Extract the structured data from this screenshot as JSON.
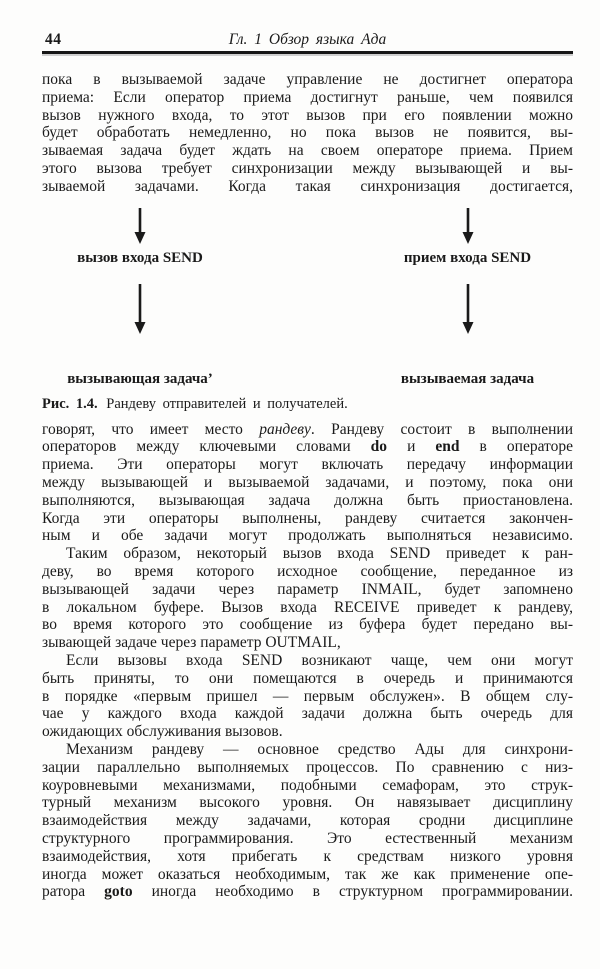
{
  "page": {
    "number": "44",
    "running_title": "Гл. 1 Обзор языка Ада"
  },
  "figure": {
    "left_top_label": "вызов входа SEND",
    "right_top_label": "прием входа SEND",
    "left_bottom_label": "вызывающая задача’",
    "right_bottom_label": "вызываемая задача",
    "caption_label": "Рис. 1.4.",
    "caption_text": "Рандеву отправителей и получателей.",
    "arrow_color": "#1a1a1a"
  },
  "content": {
    "text_before_figure": [
      {
        "indent": false,
        "lines": [
          {
            "j": true,
            "seg": [
              {
                "t": "пока в вызываемой задаче управление не достигнет оператора"
              }
            ]
          },
          {
            "j": true,
            "seg": [
              {
                "t": "приема: Если оператор приема достигнут раньше, чем появился"
              }
            ]
          },
          {
            "j": true,
            "seg": [
              {
                "t": "вызов нужного входа, то этот вызов при его появлении можно"
              }
            ]
          },
          {
            "j": true,
            "seg": [
              {
                "t": "будет обработать немедленно, но пока вызов не появится, вы-"
              }
            ]
          },
          {
            "j": true,
            "seg": [
              {
                "t": "зываемая задача будет ждать на своем операторе приема. Прием"
              }
            ]
          },
          {
            "j": true,
            "seg": [
              {
                "t": "этого вызова требует синхронизации между вызывающей и вы-"
              }
            ]
          },
          {
            "j": true,
            "seg": [
              {
                "t": "зываемой задачами. Когда такая синхронизация достигается,"
              }
            ]
          }
        ]
      }
    ],
    "text_after_figure": [
      {
        "indent": false,
        "lines": [
          {
            "j": true,
            "seg": [
              {
                "t": "говорят, что имеет место "
              },
              {
                "t": "рандеву",
                "s": "i"
              },
              {
                "t": ". Рандеву состоит в выполнении"
              }
            ]
          },
          {
            "j": true,
            "seg": [
              {
                "t": "операторов между ключевыми словами "
              },
              {
                "t": "do",
                "s": "b"
              },
              {
                "t": " и "
              },
              {
                "t": "end",
                "s": "b"
              },
              {
                "t": " в операторе"
              }
            ]
          },
          {
            "j": true,
            "seg": [
              {
                "t": "приема. Эти операторы могут включать передачу информации"
              }
            ]
          },
          {
            "j": true,
            "seg": [
              {
                "t": "между вызывающей и вызываемой задачами, и поэтому, пока они"
              }
            ]
          },
          {
            "j": true,
            "seg": [
              {
                "t": "выполняются, вызывающая задача должна быть приостановлена."
              }
            ]
          },
          {
            "j": true,
            "seg": [
              {
                "t": "Когда эти операторы выполнены, рандеву считается закончен-"
              }
            ]
          },
          {
            "j": true,
            "seg": [
              {
                "t": "ным и обе задачи могут продолжать выполняться независимо."
              }
            ]
          }
        ]
      },
      {
        "indent": true,
        "lines": [
          {
            "j": true,
            "seg": [
              {
                "t": "Таким образом, некоторый вызов входа SEND приведет к ран-"
              }
            ]
          },
          {
            "j": true,
            "seg": [
              {
                "t": "деву, во время которого исходное сообщение, переданное из"
              }
            ]
          },
          {
            "j": true,
            "seg": [
              {
                "t": "вызывающей задачи через параметр INMAIL, будет запомнено"
              }
            ]
          },
          {
            "j": true,
            "seg": [
              {
                "t": "в локальном буфере. Вызов входа RECEIVE приведет к рандеву,"
              }
            ]
          },
          {
            "j": true,
            "seg": [
              {
                "t": "во время которого это сообщение из буфера будет передано вы-"
              }
            ]
          },
          {
            "j": false,
            "seg": [
              {
                "t": "зывающей задаче через параметр OUTMAIL,"
              }
            ]
          }
        ]
      },
      {
        "indent": true,
        "lines": [
          {
            "j": true,
            "seg": [
              {
                "t": "Если вызовы входа SEND возникают чаще, чем они могут"
              }
            ]
          },
          {
            "j": true,
            "seg": [
              {
                "t": "быть приняты, то они помещаются в очередь и принимаются"
              }
            ]
          },
          {
            "j": true,
            "seg": [
              {
                "t": "в порядке «первым пришел — первым обслужен». В общем слу-"
              }
            ]
          },
          {
            "j": true,
            "seg": [
              {
                "t": "чае у каждого входа каждой задачи должна быть очередь для"
              }
            ]
          },
          {
            "j": false,
            "seg": [
              {
                "t": "ожидающих обслуживания вызовов."
              }
            ]
          }
        ]
      },
      {
        "indent": true,
        "lines": [
          {
            "j": true,
            "seg": [
              {
                "t": "Механизм рандеву — основное средство Ады для синхрони-"
              }
            ]
          },
          {
            "j": true,
            "seg": [
              {
                "t": "зации параллельно выполняемых процессов. По сравнению с низ-"
              }
            ]
          },
          {
            "j": true,
            "seg": [
              {
                "t": "коуровневыми механизмами, подобными семафорам, это струк-"
              }
            ]
          },
          {
            "j": true,
            "seg": [
              {
                "t": "турный механизм высокого уровня. Он навязывает дисциплину"
              }
            ]
          },
          {
            "j": true,
            "seg": [
              {
                "t": "взаимодействия между задачами, которая сродни дисциплине"
              }
            ]
          },
          {
            "j": true,
            "seg": [
              {
                "t": "структурного программирования. Это естественный механизм"
              }
            ]
          },
          {
            "j": true,
            "seg": [
              {
                "t": "взаимодействия, хотя прибегать к средствам низкого уровня"
              }
            ]
          },
          {
            "j": true,
            "seg": [
              {
                "t": "иногда может оказаться необходимым, так же как применение опе-"
              }
            ]
          },
          {
            "j": true,
            "seg": [
              {
                "t": "ратора "
              },
              {
                "t": "goto",
                "s": "b"
              },
              {
                "t": " иногда необходимо в структурном программировании."
              }
            ]
          }
        ]
      }
    ]
  }
}
